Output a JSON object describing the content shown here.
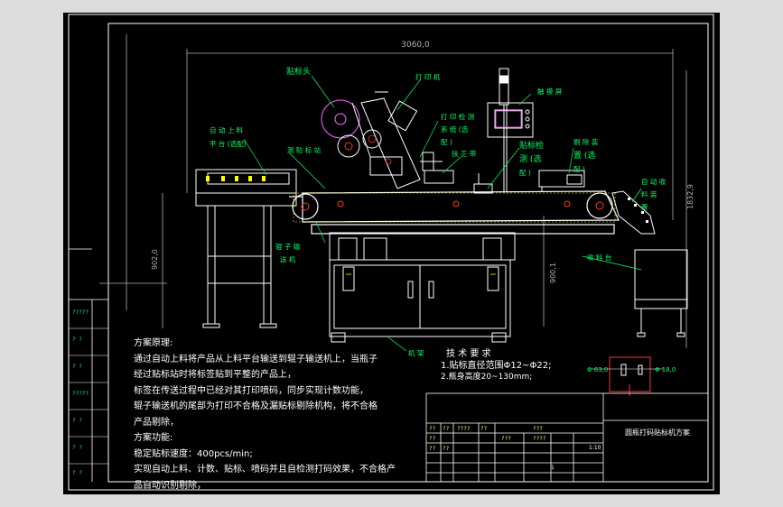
{
  "labels": {
    "label_applicator": "贴标头",
    "printer": "打 印 机",
    "print_inspection": "打 印 检 测",
    "print_inspection_opt": "系 统 (选",
    "print_inspection_opt2": "配 )",
    "touch_screen": "触 摸 屏",
    "auto_feed": "自 动 上 料",
    "feed_platform": "平 台 (选配)",
    "label_sensor": "测 贴 标 站",
    "alignment": "扶 正 带",
    "label_inspection": "贴标检",
    "label_inspection2": "测 (选",
    "label_inspection3": "配 )",
    "reject": "剔 除 装",
    "reject2": "置 (选",
    "reject3": "配 )",
    "auto_collect": "自 动 收",
    "auto_collect2": "料 装",
    "auto_collect3": "置",
    "roller_conveyor": "辊 子 输",
    "roller_conveyor2": "送 机",
    "collect_table": "收 料 台",
    "rack": "机 架"
  },
  "dimensions": {
    "overall_length": "3060,0",
    "overall_height": "1832,9",
    "left_height": "902,0",
    "conveyor_height": "900,1"
  },
  "detail": {
    "left_dia": "Φ 63,0",
    "right_dia": "Φ 18,0"
  },
  "tech_req": {
    "title": "技 术 要 求",
    "line1": "1.贴标直径范围Φ12~Φ22;",
    "line2": "2.瓶身高度20~130mm;"
  },
  "notes": [
    "方案原理:",
    "通过自动上料将产品从上料平台输送到辊子输送机上，当瓶子",
    "经过贴标站时将标签贴到平整的产品上，",
    "标签在传送过程中已经对其打印喷码，同步实现计数功能，",
    "辊子输送机的尾部为打印不合格及漏贴标剔除机构，将不合格",
    "产品剔除，",
    "方案功能:",
    "稳定贴标速度：400pcs/min;",
    "实现自动上料、计数、贴标、喷码并且自检测打码效果，不合格产",
    "品自动识别剔除，"
  ],
  "title_block": {
    "name": "圆瓶打码贴标机方案",
    "scale": "1:10",
    "sheet": "1",
    "cells": [
      "??",
      "??",
      "????",
      "??",
      "???",
      "??",
      "????",
      "???",
      "??",
      "??"
    ]
  },
  "revision_column": [
    "?????",
    "? ?",
    "? ?",
    "?????",
    "? ?",
    "? ?",
    "? ?"
  ]
}
